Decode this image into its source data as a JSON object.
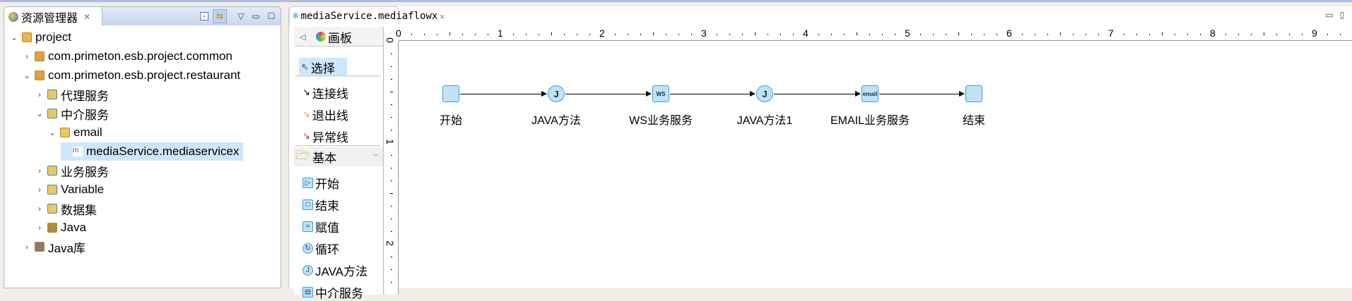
{
  "explorer": {
    "title": "资源管理器",
    "tree": [
      {
        "label": "project",
        "level": 0,
        "state": "open",
        "icon": "project-icon"
      },
      {
        "label": "com.primeton.esb.project.common",
        "level": 1,
        "state": "closed",
        "icon": "package-project-icon"
      },
      {
        "label": "com.primeton.esb.project.restaurant",
        "level": 1,
        "state": "open",
        "icon": "package-project-icon"
      },
      {
        "label": "代理服务",
        "level": 2,
        "state": "closed",
        "icon": "proxy-service-folder-icon"
      },
      {
        "label": "中介服务",
        "level": 2,
        "state": "open",
        "icon": "mediation-service-folder-icon"
      },
      {
        "label": "email",
        "level": 3,
        "state": "open",
        "icon": "folder-icon"
      },
      {
        "label": "mediaService.mediaservicex",
        "level": 4,
        "state": "leaf",
        "icon": "mediaservice-file-icon",
        "selected": true
      },
      {
        "label": "业务服务",
        "level": 2,
        "state": "closed",
        "icon": "business-service-folder-icon"
      },
      {
        "label": "Variable",
        "level": 2,
        "state": "closed",
        "icon": "variable-folder-icon"
      },
      {
        "label": "数据集",
        "level": 2,
        "state": "closed",
        "icon": "dataset-folder-icon"
      },
      {
        "label": "Java",
        "level": 2,
        "state": "closed",
        "icon": "java-icon"
      },
      {
        "label": "Java库",
        "level": 1,
        "state": "closed",
        "icon": "java-library-icon"
      }
    ]
  },
  "editor": {
    "tab_title": "mediaService.mediaflowx"
  },
  "palette": {
    "title": "画板",
    "tools": [
      "选择",
      "连接线",
      "退出线",
      "异常线"
    ],
    "group": "基本",
    "items": [
      "开始",
      "结束",
      "赋值",
      "循环",
      "JAVA方法",
      "中介服务"
    ]
  },
  "ruler": {
    "h": [
      "0",
      "1",
      "2",
      "3",
      "4",
      "5",
      "6",
      "7",
      "8",
      "9"
    ],
    "v": [
      "0",
      "1",
      "2"
    ]
  },
  "flow": {
    "nodes": [
      {
        "label": "开始",
        "type": "start"
      },
      {
        "label": "JAVA方法",
        "type": "java"
      },
      {
        "label": "WS业务服务",
        "type": "ws"
      },
      {
        "label": "JAVA方法1",
        "type": "java"
      },
      {
        "label": "EMAIL业务服务",
        "type": "email"
      },
      {
        "label": "结束",
        "type": "end"
      }
    ]
  },
  "colors": {
    "selection": "#cce8ff",
    "node": "#bfe2f8",
    "node_border": "#3aa0d8"
  }
}
